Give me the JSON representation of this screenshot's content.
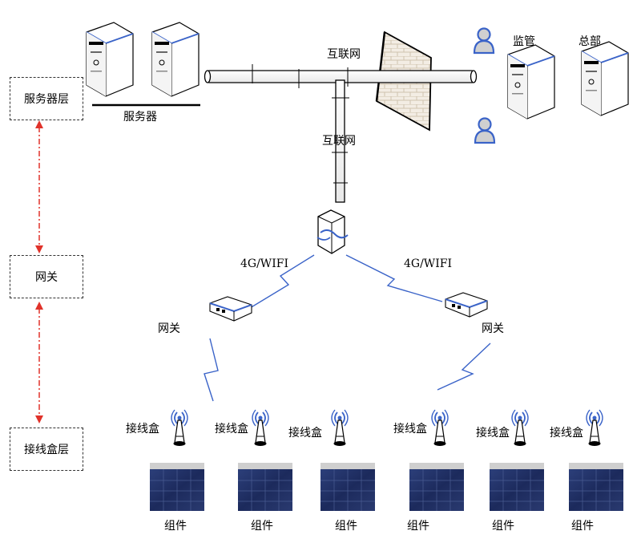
{
  "layers": {
    "server": "服务器层",
    "gateway": "网关",
    "junction": "接线盒层"
  },
  "top": {
    "servers_label": "服务器",
    "internet_h": "互联网",
    "internet_v": "互联网",
    "monitor": "监管",
    "hq": "总部"
  },
  "wireless": {
    "left": "4G/WIFI",
    "right": "4G/WIFI"
  },
  "gateways": {
    "left": "网关",
    "right": "网关"
  },
  "junction_boxes": [
    "接线盒",
    "接线盒",
    "接线盒",
    "接线盒",
    "接线盒",
    "接线盒"
  ],
  "modules": [
    "组件",
    "组件",
    "组件",
    "组件",
    "组件",
    "组件"
  ],
  "colors": {
    "accent_blue": "#3a63c8",
    "arrow_red": "#e0322a",
    "panel_dark": "#1c2a55"
  }
}
